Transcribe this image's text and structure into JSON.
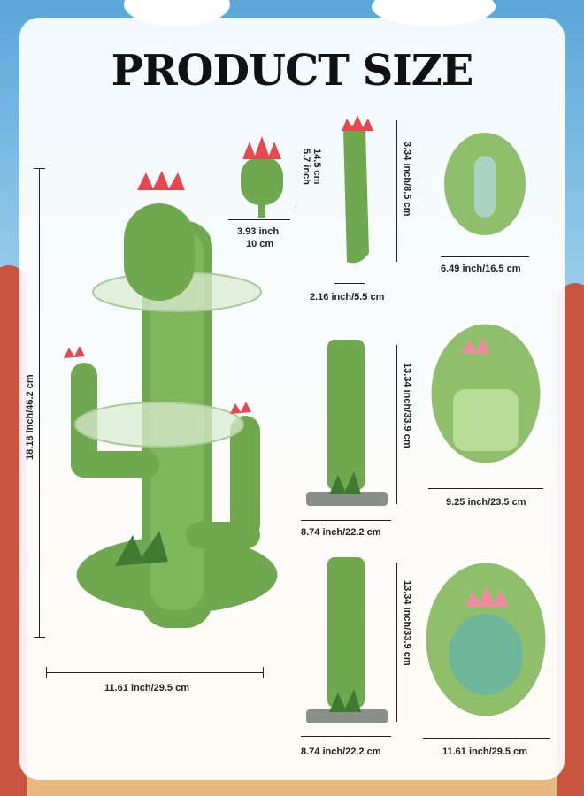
{
  "title": "PRODUCT SIZE",
  "colors": {
    "cactus": "#6fa84f",
    "cactus_dark": "#4f8a38",
    "plate": "#8fbf6a",
    "flower": "#e8474f"
  },
  "labels": {
    "main_height": "18.18 inch/46.2 cm",
    "main_width": "11.61 inch/29.5 cm",
    "small_top_h_in": "5.7 inch",
    "small_top_h_cm": "14.5 cm",
    "small_top_w_in": "3.93 inch",
    "small_top_w_cm": "10 cm",
    "arm_height": "3.34 inch/8.5 cm",
    "arm_width": "2.16 inch/5.5 cm",
    "plate1": "6.49 inch/16.5 cm",
    "plate2": "9.25 inch/23.5 cm",
    "plate3": "11.61 inch/29.5 cm",
    "trunk1_height": "13.34 inch/33.9 cm",
    "trunk1_width": "8.74 inch/22.2 cm",
    "trunk2_height": "13.34 inch/33.9 cm",
    "trunk2_width": "8.74 inch/22.2 cm"
  }
}
